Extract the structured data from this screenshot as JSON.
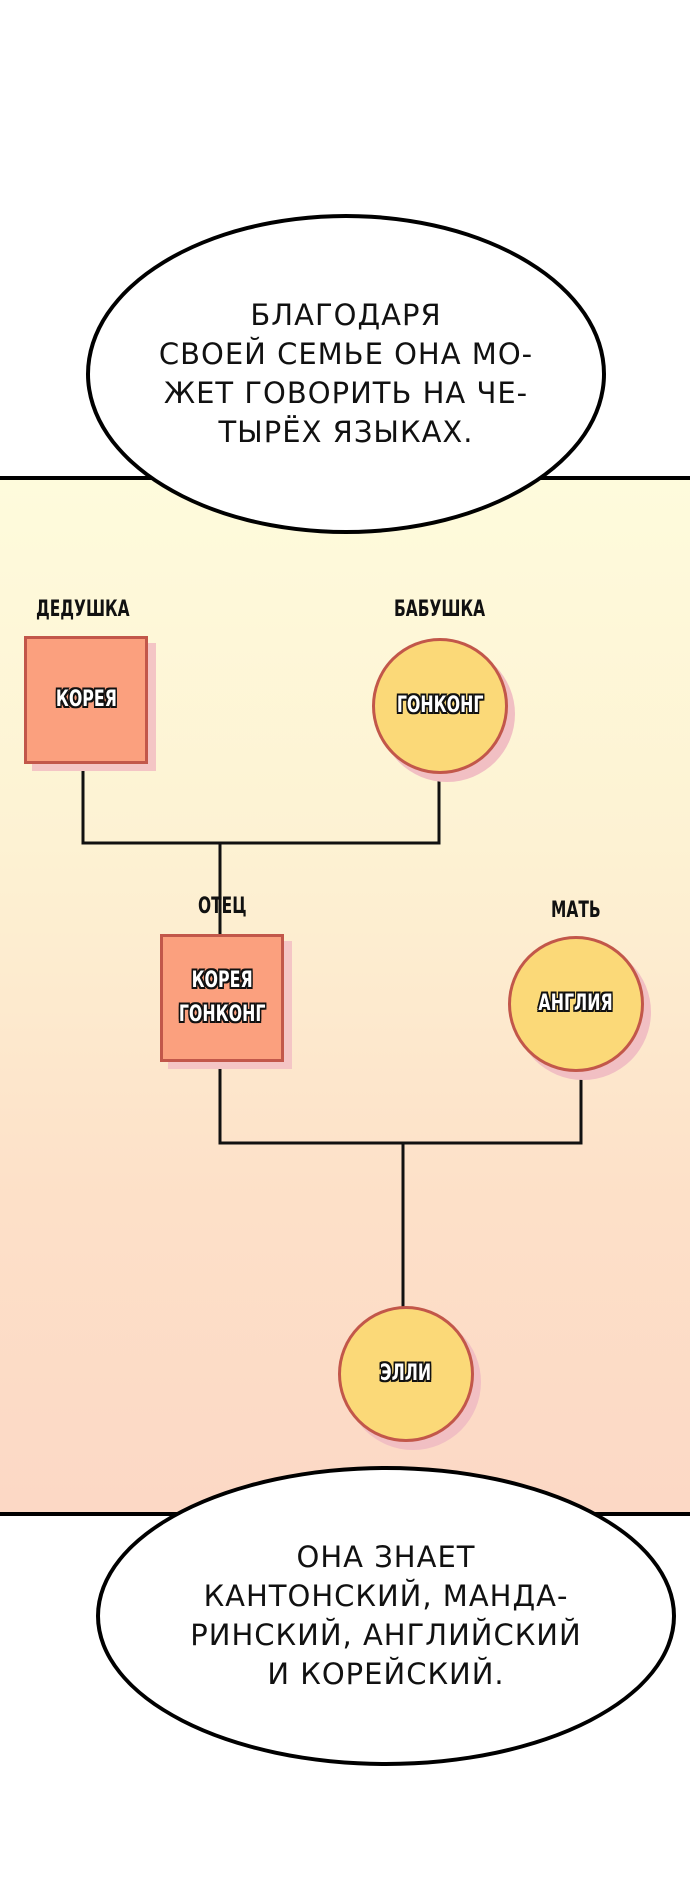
{
  "bubbles": {
    "top": "БЛАГОДАРЯ\nСВОЕЙ СЕМЬЕ ОНА МО-\nЖЕТ ГОВОРИТЬ НА ЧЕ-\nТЫРЁХ ЯЗЫКАХ.",
    "bottom": "ОНА ЗНАЕТ\nКАНТОНСКИЙ, МАНДА-\nРИНСКИЙ, АНГЛИЙСКИЙ\nИ КОРЕЙСКИЙ."
  },
  "family_tree": {
    "grandfather": {
      "role": "ДЕДУШКА",
      "country": "КОРЕЯ"
    },
    "grandmother": {
      "role": "БАБУШКА",
      "country": "ГОНКОНГ"
    },
    "father": {
      "role": "ОТЕЦ",
      "country": "КОРЕЯ\nГОНКОНГ"
    },
    "mother": {
      "role": "МАТЬ",
      "country": "АНГЛИЯ"
    },
    "child": {
      "name": "ЭЛЛИ"
    }
  },
  "colors": {
    "male_node": "#fba07e",
    "female_node": "#fbd978",
    "node_border": "#c2574a",
    "node_shadow": "#f4c5c5",
    "panel_top": "#fefbdc",
    "panel_bottom": "#fcd8c5"
  }
}
